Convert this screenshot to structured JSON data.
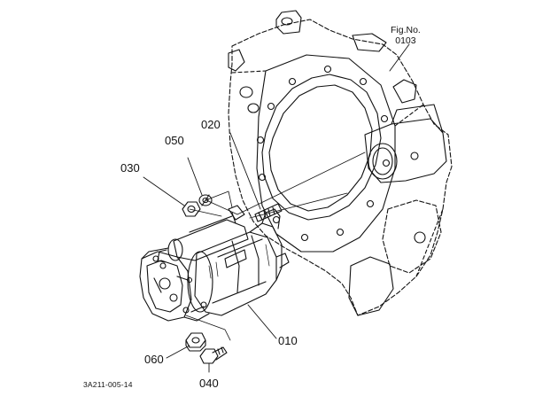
{
  "figure": {
    "label": "Fig.No.",
    "number": "0103",
    "reference_code": "3A211-005-14"
  },
  "callouts": [
    {
      "id": "010",
      "text": "010"
    },
    {
      "id": "020",
      "text": "020"
    },
    {
      "id": "030",
      "text": "030"
    },
    {
      "id": "040",
      "text": "040"
    },
    {
      "id": "050",
      "text": "050"
    },
    {
      "id": "060",
      "text": "060"
    }
  ],
  "parts": [
    {
      "callout": "010",
      "depicts": "starter-motor"
    },
    {
      "callout": "020",
      "depicts": "stud-bolt"
    },
    {
      "callout": "030",
      "depicts": "hex-nut"
    },
    {
      "callout": "040",
      "depicts": "hex-bolt"
    },
    {
      "callout": "050",
      "depicts": "spring-washer"
    },
    {
      "callout": "060",
      "depicts": "washer-nut"
    }
  ],
  "colors": {
    "line": "#111111",
    "background": "#ffffff"
  }
}
